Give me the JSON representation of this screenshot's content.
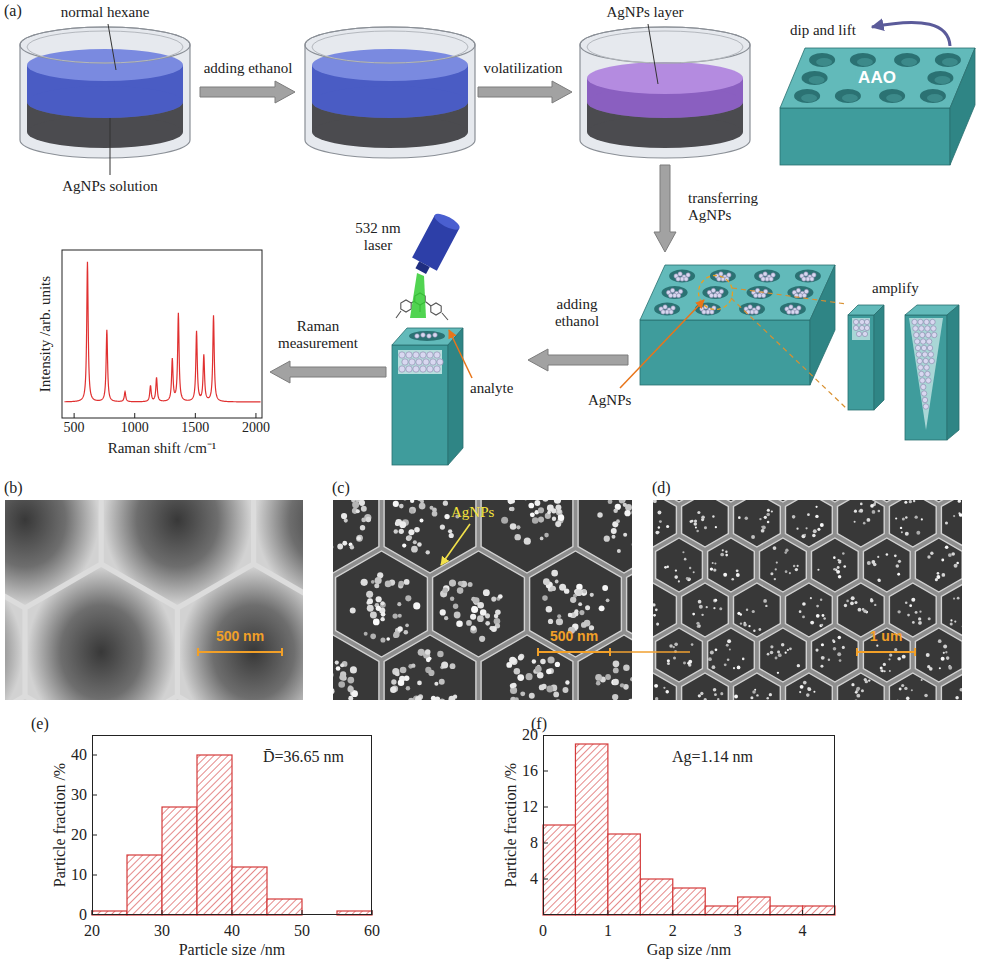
{
  "diagram": {
    "nodes": [
      {
        "text": [
          "(b)",
          "500 nm"
        ]
      },
      {
        "text": [
          "(c)",
          "AgNPs",
          "500 nm"
        ]
      },
      {
        "text": [
          "(d)",
          "1 um"
        ]
      },
      {
        "text": [
          "(e)",
          "D̄=36.65 nm"
        ]
      },
      {
        "text": [
          "(f)",
          "Ag=1.14 nm"
        ]
      }
    ],
    "edges": [
      {
        "from": 1,
        "to": 2,
        "arrow": "none"
      }
    ],
    "labels": [
      "(a)",
      "normal hexane",
      "AgNPs solution",
      "adding ethanol",
      "volatilization",
      "AgNPs layer",
      "dip and lift",
      "AAO",
      "transferring AgNPs",
      "amplify",
      "AgNPs",
      "adding ethanol",
      "532 nm laser",
      "analyte",
      "Raman measurement",
      "Intensity /arb. units",
      "500",
      "1000",
      "1500",
      "2000",
      "Raman shift /cm⁻¹",
      "Particle fraction /%",
      "0",
      "10",
      "20",
      "30",
      "40",
      "20",
      "30",
      "40",
      "50",
      "60",
      "Particle size /nm",
      "Particle fraction /%",
      "4",
      "8",
      "12",
      "16",
      "20",
      "0",
      "1",
      "2",
      "3",
      "4",
      "Gap size /nm"
    ]
  }
}
